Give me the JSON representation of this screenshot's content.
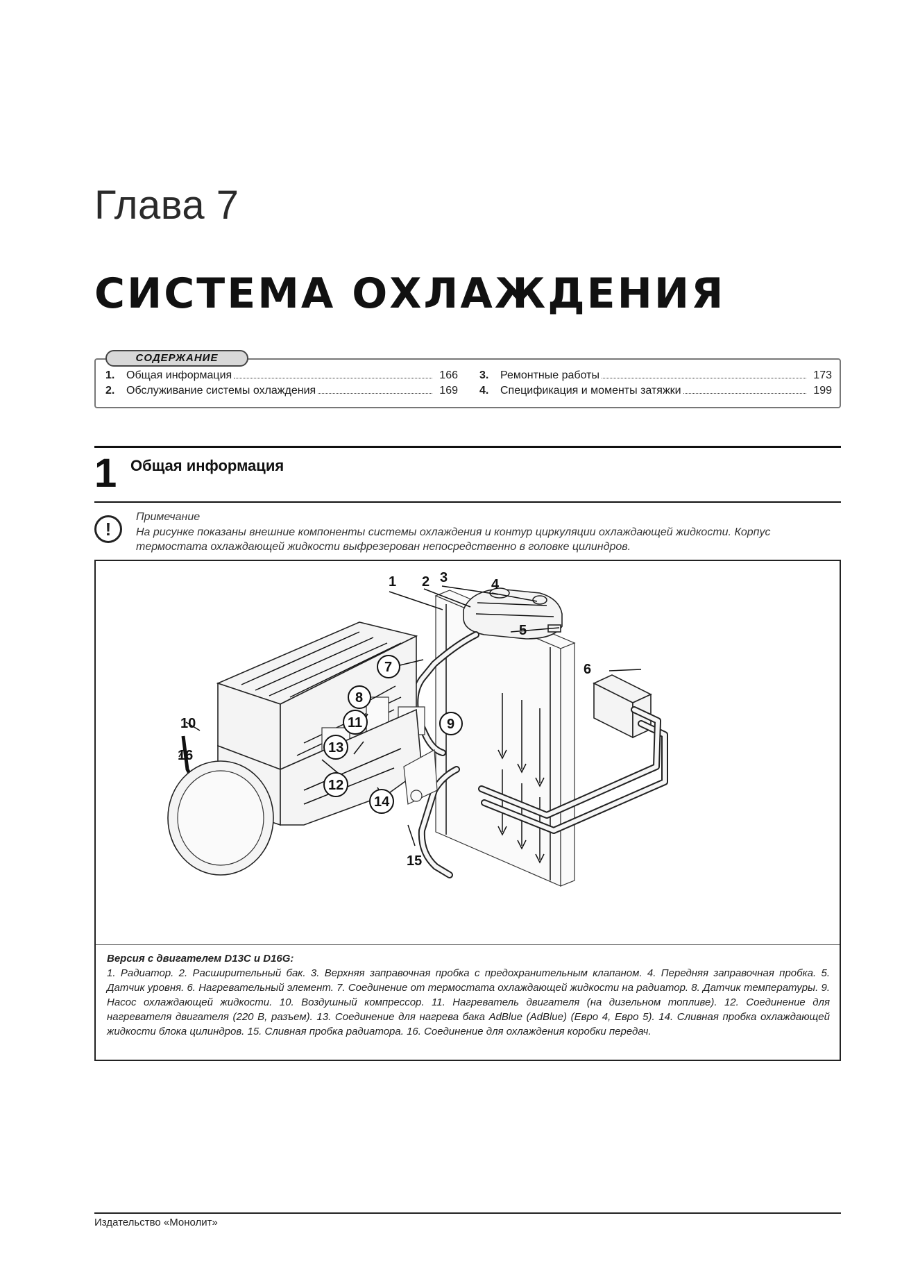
{
  "chapter_label": "Глава 7",
  "chapter_title": "СИСТЕМА ОХЛАЖДЕНИЯ",
  "toc": {
    "heading": "СОДЕРЖАНИЕ",
    "items": [
      {
        "num": "1.",
        "title": "Общая информация",
        "page": "166"
      },
      {
        "num": "2.",
        "title": "Обслуживание системы охлаждения",
        "page": "169"
      },
      {
        "num": "3.",
        "title": "Ремонтные работы",
        "page": "173"
      },
      {
        "num": "4.",
        "title": "Спецификация и моменты затяжки",
        "page": "199"
      }
    ]
  },
  "section": {
    "number": "1",
    "title": "Общая информация"
  },
  "note": {
    "icon": "exclamation-icon",
    "label": "Примечание",
    "text": "На рисунке показаны внешние компоненты системы охлаждения и контур циркуляции охлаждающей жидкости. Корпус термостата охлаждающей жидкости выфрезерован непосредственно в головке цилиндров."
  },
  "figure": {
    "callouts": [
      "1",
      "2",
      "3",
      "4",
      "5",
      "6",
      "7",
      "8",
      "9",
      "10",
      "11",
      "12",
      "13",
      "14",
      "15",
      "16"
    ],
    "caption_head": "Версия с двигателем D13C и D16G:",
    "caption": "1. Радиатор. 2. Расширительный бак. 3. Верхняя заправочная пробка с предохранительным клапаном. 4. Передняя заправочная пробка. 5. Датчик уровня. 6. Нагревательный элемент. 7. Соединение от термостата охлаждающей жидкости на радиатор. 8. Датчик температуры. 9. Насос охлаждающей жидкости. 10. Воздушный компрессор. 11. Нагреватель двигателя (на дизельном топливе). 12. Соединение для нагревателя двигателя (220 В, разъем). 13. Соединение для нагрева бака AdBlue (AdBlue) (Евро 4, Евро 5). 14. Сливная пробка охлаждающей жидкости блока цилиндров. 15. Сливная пробка радиатора. 16. Соединение для охлаждения коробки передач."
  },
  "footer": "Издательство «Монолит»"
}
